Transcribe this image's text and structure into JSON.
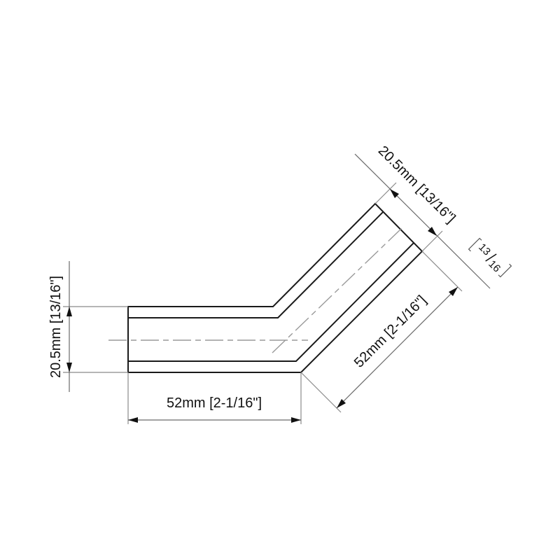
{
  "diagram": {
    "type": "technical-drawing",
    "subject": "45-degree angled tube / elbow profile",
    "colors": {
      "outline": "#1a1a1a",
      "dimension": "#6a6a6a",
      "centerline": "#9a9a9a",
      "background": "#ffffff"
    },
    "dimensions": {
      "left_height": {
        "label": "20.5mm [13/16\"]",
        "value_mm": 20.5,
        "value_in": "13/16"
      },
      "bottom_length": {
        "label": "52mm [2-1/16\"]",
        "value_mm": 52,
        "value_in": "2-1/16"
      },
      "diagonal_length": {
        "label": "52mm [2-1/16\"]",
        "value_mm": 52,
        "value_in": "2-1/16"
      },
      "end_width": {
        "label": "20.5mm [13/16\"]",
        "value_mm": 20.5,
        "value_in": "13/16"
      },
      "end_width_fraction": {
        "numerator": "13",
        "denominator": "16"
      }
    }
  }
}
